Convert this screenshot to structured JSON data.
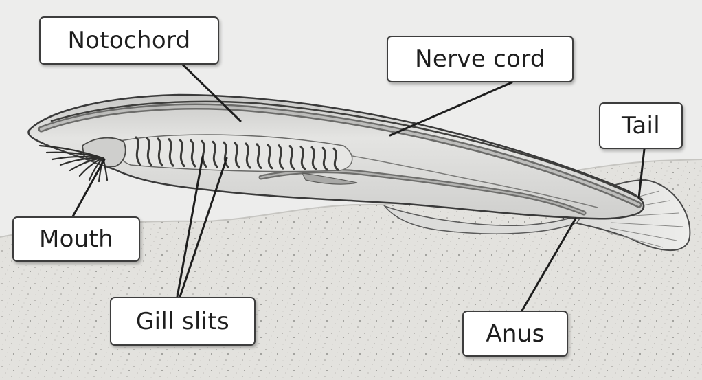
{
  "labels": {
    "notochord": "Notochord",
    "nerve_cord": "Nerve cord",
    "tail": "Tail",
    "mouth": "Mouth",
    "gill_slits": "Gill slits",
    "anus": "Anus"
  },
  "colors": {
    "background": "#ededec",
    "sediment": "#e1e0dc",
    "body_fill": "#d6d6d4",
    "outline": "#3a3a3a",
    "leader_line": "#1e1e1e",
    "label_fill": "#ffffff"
  }
}
